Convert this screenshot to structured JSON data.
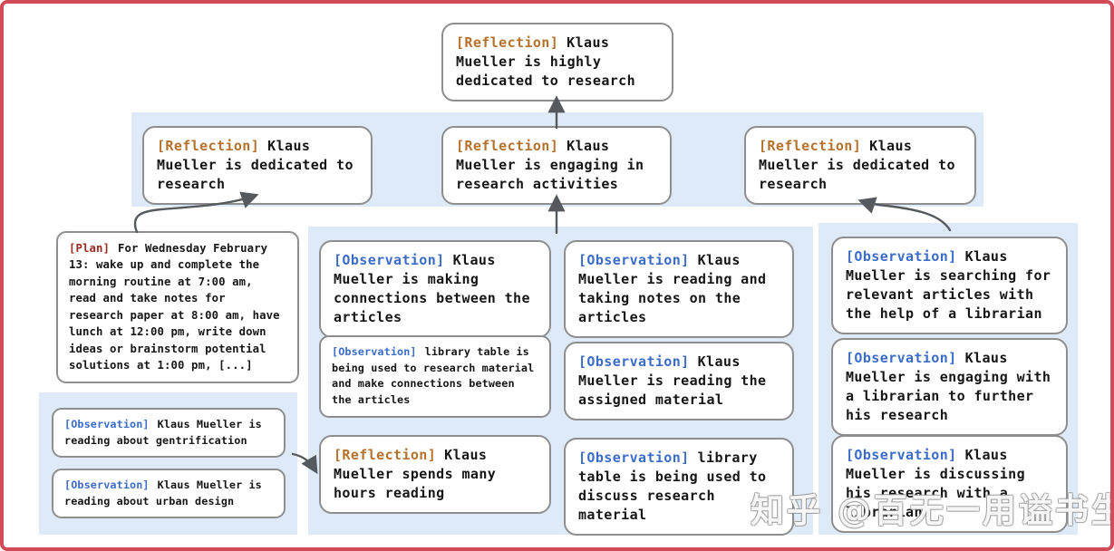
{
  "nodes": {
    "root_reflection": {
      "tag": "[Reflection]",
      "text": "Klaus Mueller is highly dedicated to research"
    },
    "tier2": [
      {
        "tag": "[Reflection]",
        "text": "Klaus Mueller is dedicated to research"
      },
      {
        "tag": "[Reflection]",
        "text": "Klaus Mueller is engaging in research activities"
      },
      {
        "tag": "[Reflection]",
        "text": "Klaus Mueller is dedicated to research"
      }
    ],
    "plan": {
      "tag": "[Plan]",
      "text": "For Wednesday February 13: wake up and complete the morning routine at 7:00 am, read and take notes for research paper at 8:00 am, have lunch at 12:00 pm, write down ideas or brainstorm potential solutions at 1:00 pm, [...]"
    },
    "left_group": [
      {
        "tag": "[Observation]",
        "text": "Klaus Mueller is reading about gentrification"
      },
      {
        "tag": "[Observation]",
        "text": "Klaus Mueller is reading about urban design"
      }
    ],
    "middle_col1": [
      {
        "tag": "[Observation]",
        "text": "Klaus Mueller is making connections between the articles"
      },
      {
        "tag": "[Observation]",
        "text": "library table is being used to research material and make connections between the articles"
      },
      {
        "tag": "[Reflection]",
        "text": "Klaus Mueller spends many hours reading"
      }
    ],
    "middle_col2": [
      {
        "tag": "[Observation]",
        "text": "Klaus Mueller is reading and taking notes on the articles"
      },
      {
        "tag": "[Observation]",
        "text": "Klaus Mueller is reading the assigned material"
      },
      {
        "tag": "[Observation]",
        "text": "library table is being used to discuss research material"
      }
    ],
    "right_group": [
      {
        "tag": "[Observation]",
        "text": "Klaus Mueller is searching for relevant articles with the help of a librarian"
      },
      {
        "tag": "[Observation]",
        "text": "Klaus Mueller is engaging with a librarian to further his research"
      },
      {
        "tag": "[Observation]",
        "text": "Klaus Mueller is discussing his research with a librarian"
      }
    ]
  },
  "watermark": "知乎 @百无一用谥书生",
  "colors": {
    "reflection_tag": "#b4722c",
    "observation_tag": "#3b6cc7",
    "plan_tag": "#9c2922",
    "band_background": "#dfeaf8",
    "frame_border": "#d24b58",
    "box_border": "#8e8e8e",
    "arrow": "#565a5e"
  }
}
